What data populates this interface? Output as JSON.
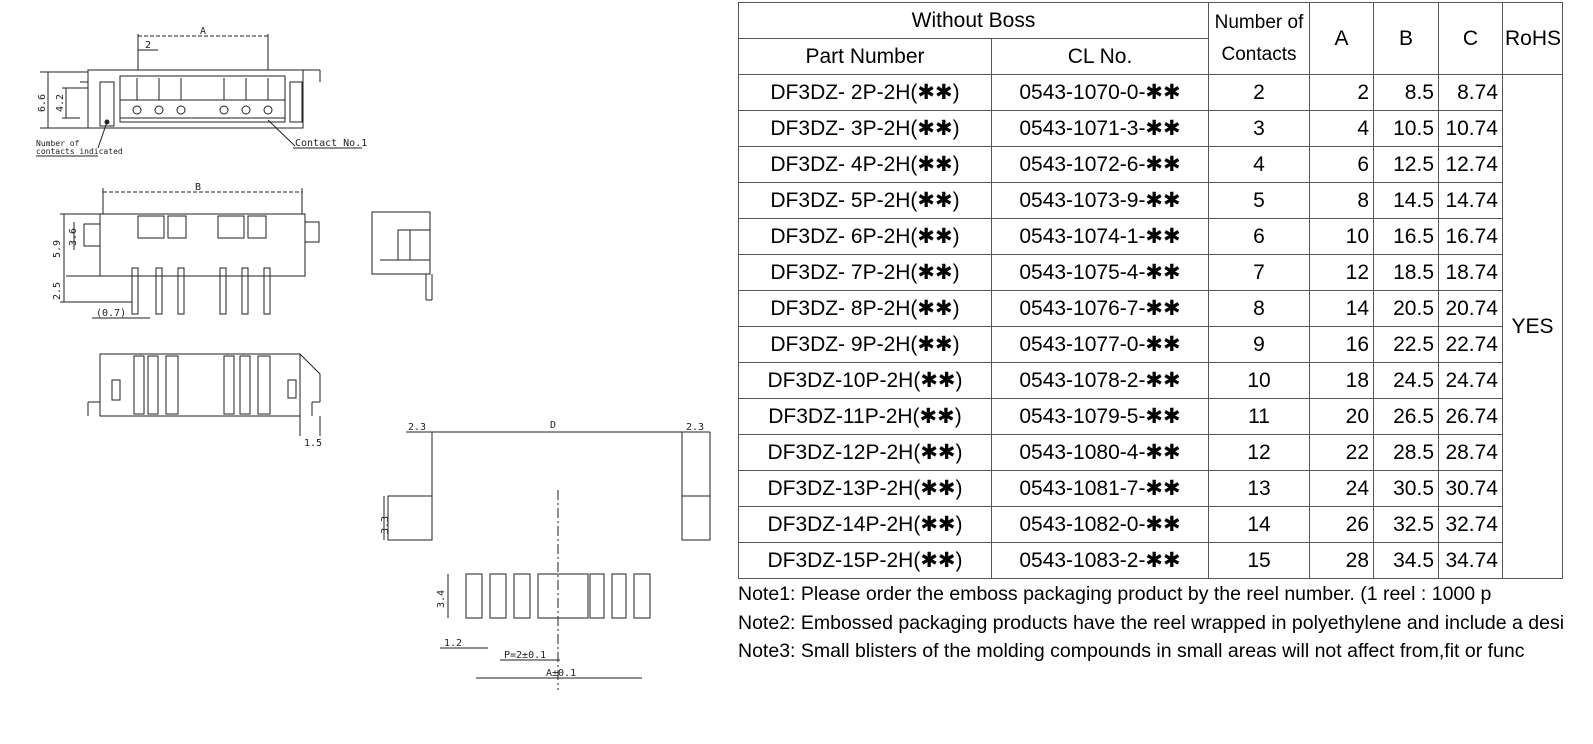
{
  "drawing": {
    "dims": {
      "a": "A",
      "two": "2",
      "six_six": "6.6",
      "four_two": "4.2",
      "number_of": "Number of",
      "contacts_indicated": "contacts indicated",
      "contact_no1": "Contact No.1",
      "b": "B",
      "five_nine": "5.9",
      "three_six": "3.6",
      "two_five": "2.5",
      "zero_seven": "(0.7)",
      "one_five": "1.5",
      "two_three_left": "2.3",
      "d": "D",
      "two_three_right": "2.3",
      "three_three": "3.3",
      "three_four": "3.4",
      "one_two": "1.2",
      "pitch": "P=2±0.1",
      "a_tol": "A±0.1"
    }
  },
  "table": {
    "header": {
      "without_boss": "Without Boss",
      "number_of": "Number of",
      "contacts": "Contacts",
      "a": "A",
      "b": "B",
      "c": "C",
      "rohs": "RoHS",
      "part_number": "Part Number",
      "cl_no": "CL No."
    },
    "rohs_value": "YES",
    "rows": [
      {
        "part": "DF3DZ-  2P-2H(✱✱)",
        "cl": "0543-1070-0-✱✱",
        "contacts": "2",
        "a": "2",
        "b": "8.5",
        "c": "8.74"
      },
      {
        "part": "DF3DZ-  3P-2H(✱✱)",
        "cl": "0543-1071-3-✱✱",
        "contacts": "3",
        "a": "4",
        "b": "10.5",
        "c": "10.74"
      },
      {
        "part": "DF3DZ-  4P-2H(✱✱)",
        "cl": "0543-1072-6-✱✱",
        "contacts": "4",
        "a": "6",
        "b": "12.5",
        "c": "12.74"
      },
      {
        "part": "DF3DZ-  5P-2H(✱✱)",
        "cl": "0543-1073-9-✱✱",
        "contacts": "5",
        "a": "8",
        "b": "14.5",
        "c": "14.74"
      },
      {
        "part": "DF3DZ-  6P-2H(✱✱)",
        "cl": "0543-1074-1-✱✱",
        "contacts": "6",
        "a": "10",
        "b": "16.5",
        "c": "16.74"
      },
      {
        "part": "DF3DZ-  7P-2H(✱✱)",
        "cl": "0543-1075-4-✱✱",
        "contacts": "7",
        "a": "12",
        "b": "18.5",
        "c": "18.74"
      },
      {
        "part": "DF3DZ-  8P-2H(✱✱)",
        "cl": "0543-1076-7-✱✱",
        "contacts": "8",
        "a": "14",
        "b": "20.5",
        "c": "20.74"
      },
      {
        "part": "DF3DZ-  9P-2H(✱✱)",
        "cl": "0543-1077-0-✱✱",
        "contacts": "9",
        "a": "16",
        "b": "22.5",
        "c": "22.74"
      },
      {
        "part": "DF3DZ-10P-2H(✱✱)",
        "cl": "0543-1078-2-✱✱",
        "contacts": "10",
        "a": "18",
        "b": "24.5",
        "c": "24.74"
      },
      {
        "part": "DF3DZ-11P-2H(✱✱)",
        "cl": "0543-1079-5-✱✱",
        "contacts": "11",
        "a": "20",
        "b": "26.5",
        "c": "26.74"
      },
      {
        "part": "DF3DZ-12P-2H(✱✱)",
        "cl": "0543-1080-4-✱✱",
        "contacts": "12",
        "a": "22",
        "b": "28.5",
        "c": "28.74"
      },
      {
        "part": "DF3DZ-13P-2H(✱✱)",
        "cl": "0543-1081-7-✱✱",
        "contacts": "13",
        "a": "24",
        "b": "30.5",
        "c": "30.74"
      },
      {
        "part": "DF3DZ-14P-2H(✱✱)",
        "cl": "0543-1082-0-✱✱",
        "contacts": "14",
        "a": "26",
        "b": "32.5",
        "c": "32.74"
      },
      {
        "part": "DF3DZ-15P-2H(✱✱)",
        "cl": "0543-1083-2-✱✱",
        "contacts": "15",
        "a": "28",
        "b": "34.5",
        "c": "34.74"
      }
    ]
  },
  "notes": [
    "Note1: Please order the emboss packaging product by the reel number. (1 reel : 1000  p",
    "Note2: Embossed packaging products have the reel wrapped in polyethylene and include a desi",
    "Note3: Small blisters of the molding compounds in small areas will not affect from,fit or func"
  ]
}
